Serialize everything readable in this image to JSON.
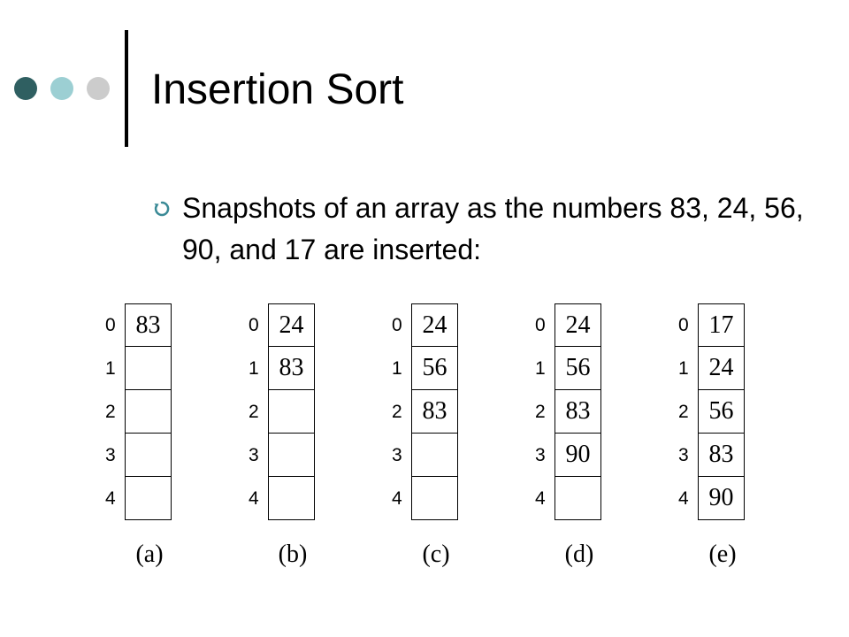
{
  "slide": {
    "title": "Insertion Sort",
    "bullet": "Snapshots of an array as the numbers 83, 24, 56, 90, and 17 are inserted:"
  },
  "theme": {
    "dot_colors": [
      "#2f5f61",
      "#9ccfd3",
      "#cccccc"
    ],
    "bullet_color": "#3a8a96"
  },
  "snapshots": [
    {
      "caption": "(a)",
      "cells": [
        "83",
        "",
        "",
        "",
        ""
      ]
    },
    {
      "caption": "(b)",
      "cells": [
        "24",
        "83",
        "",
        "",
        ""
      ]
    },
    {
      "caption": "(c)",
      "cells": [
        "24",
        "56",
        "83",
        "",
        ""
      ]
    },
    {
      "caption": "(d)",
      "cells": [
        "24",
        "56",
        "83",
        "90",
        ""
      ]
    },
    {
      "caption": "(e)",
      "cells": [
        "17",
        "24",
        "56",
        "83",
        "90"
      ]
    }
  ],
  "indices": [
    "0",
    "1",
    "2",
    "3",
    "4"
  ]
}
